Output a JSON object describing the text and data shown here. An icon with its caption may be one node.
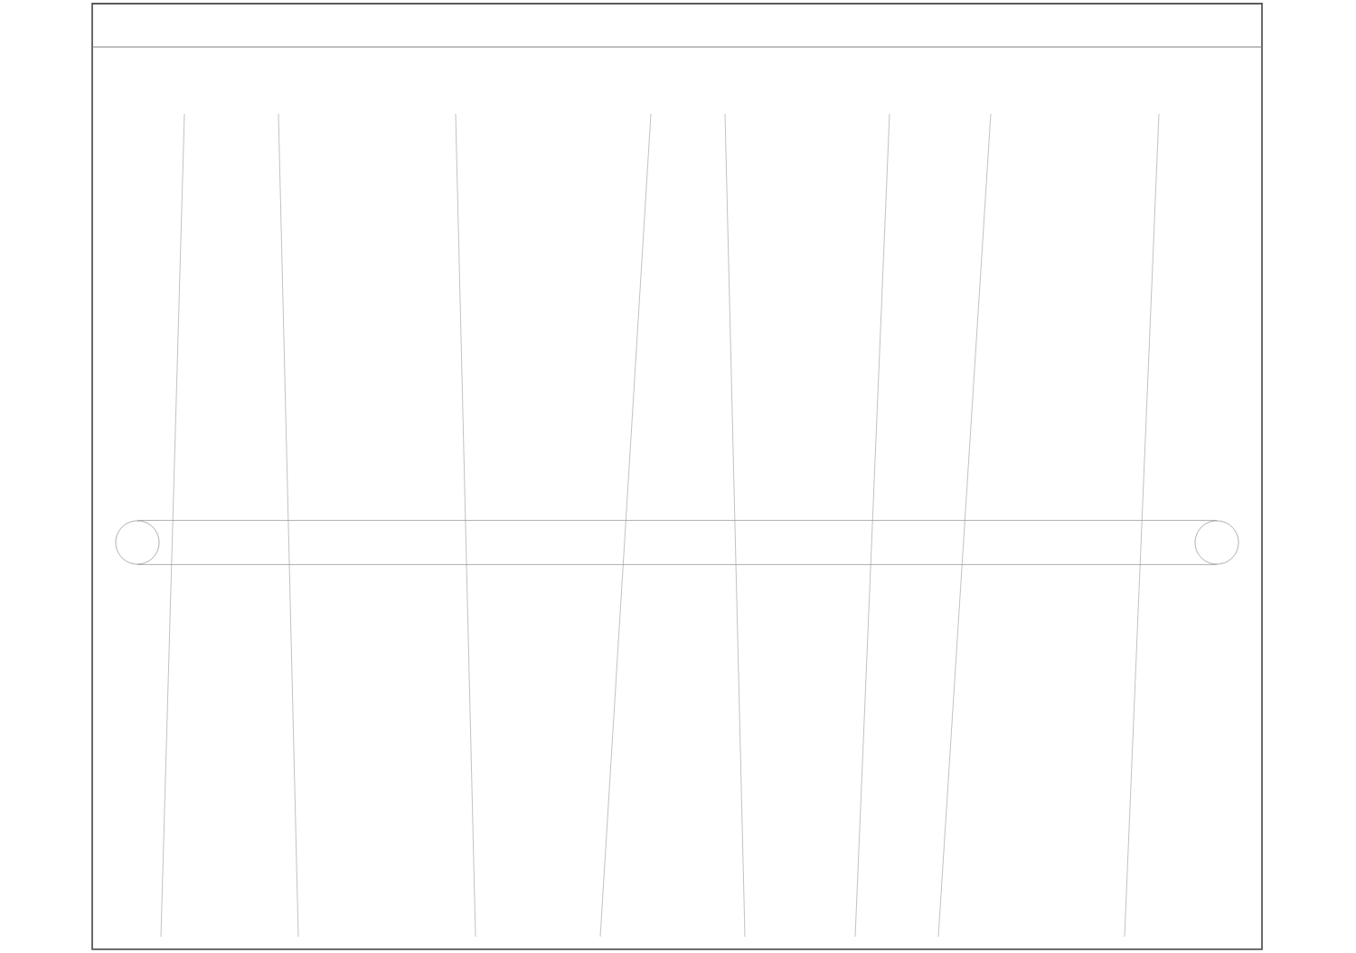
{
  "diagram": {
    "nodes": [
      {
        "text": [],
        "shape": "circle"
      },
      {
        "text": [],
        "shape": "circle"
      }
    ],
    "edges": [
      {
        "from": 0,
        "to": 1,
        "arrow": "none"
      },
      {
        "from": 0,
        "to": 1,
        "arrow": "none"
      }
    ]
  }
}
